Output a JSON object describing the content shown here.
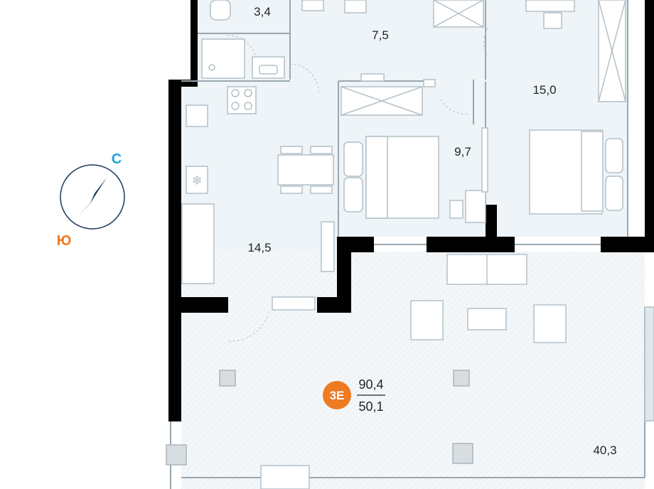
{
  "compass": {
    "north_label": "С",
    "south_label": "Ю",
    "north_color": "#1fa3d6",
    "south_color": "#ee7a22"
  },
  "rooms": [
    {
      "id": "bathroom",
      "area": "3,4"
    },
    {
      "id": "hall",
      "area": "7,5"
    },
    {
      "id": "bedroom-large",
      "area": "15,0"
    },
    {
      "id": "bedroom-small",
      "area": "9,7"
    },
    {
      "id": "kitchen-living",
      "area": "14,5"
    },
    {
      "id": "terrace",
      "area": "40,3"
    }
  ],
  "apartment": {
    "badge": "3Е",
    "badge_color": "#ee7a22",
    "total_area": "90,4",
    "living_area": "50,1"
  },
  "colors": {
    "wall": "#000000",
    "room_fill": "#eef4f7",
    "terrace_fill": "#f3f6f8",
    "furniture_stroke": "#b3c0c8"
  }
}
